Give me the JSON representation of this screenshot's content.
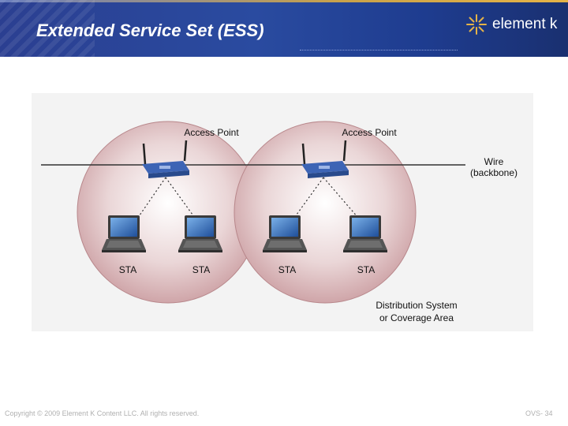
{
  "header": {
    "title": "Extended Service Set (ESS)",
    "brand_name": "element k",
    "brand_icon": "starburst-icon",
    "colors": {
      "bar": "#2a4ba0",
      "brand_accent": "#e5b347"
    }
  },
  "diagram": {
    "access_points": [
      {
        "label": "Access Point"
      },
      {
        "label": "Access Point"
      }
    ],
    "wire_label": [
      "Wire",
      "(backbone)"
    ],
    "stations": [
      {
        "label": "STA"
      },
      {
        "label": "STA"
      },
      {
        "label": "STA"
      },
      {
        "label": "STA"
      }
    ],
    "coverage_label": [
      "Distribution System",
      "or Coverage Area"
    ],
    "colors": {
      "coverage_fill": "#d7b0b3",
      "router": "#3d64b5",
      "laptop": "#444444"
    }
  },
  "footer": {
    "copyright": "Copyright © 2009 Element K Content LLC. All rights reserved.",
    "page_code": "OVS- 34"
  }
}
